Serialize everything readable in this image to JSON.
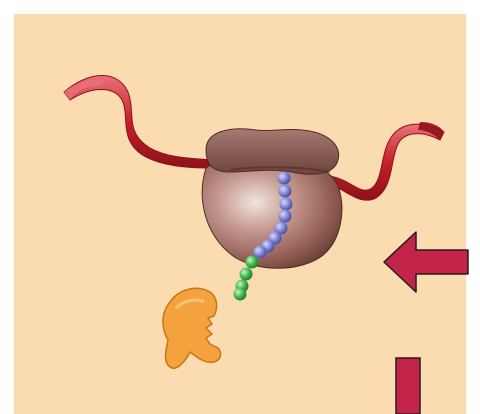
{
  "diagram": {
    "colors": {
      "background": "#fbdcb0",
      "frame": "#ffffff",
      "ribbon": "#c4202b",
      "ribbon_dark": "#8e1119",
      "ribbon_light": "#e9727a",
      "ribosome": "#8e5a50",
      "ribosome_light": "#dbbcb5",
      "ribosome_dark": "#4f2d27",
      "bead_blue": "#7b7fd0",
      "bead_green": "#3ab04a",
      "enzyme": "#f4a23e",
      "enzyme_dark": "#c77616",
      "arrow": "#c2244a",
      "arrow_outline": "#2b1a1d"
    },
    "components": [
      {
        "name": "mrna-ribbon",
        "icon": "ribbon-icon"
      },
      {
        "name": "ribosome",
        "icon": "ribosome-icon"
      },
      {
        "name": "polypeptide-chain-blue",
        "icon": "bead-chain-icon",
        "bead_count": 8
      },
      {
        "name": "polypeptide-chain-green",
        "icon": "bead-chain-icon",
        "bead_count": 4
      },
      {
        "name": "enzyme",
        "icon": "pacman-enzyme-icon"
      },
      {
        "name": "pointer-arrow",
        "icon": "left-arrow-icon"
      },
      {
        "name": "pointer-bar",
        "icon": "vertical-bar-icon"
      }
    ]
  }
}
